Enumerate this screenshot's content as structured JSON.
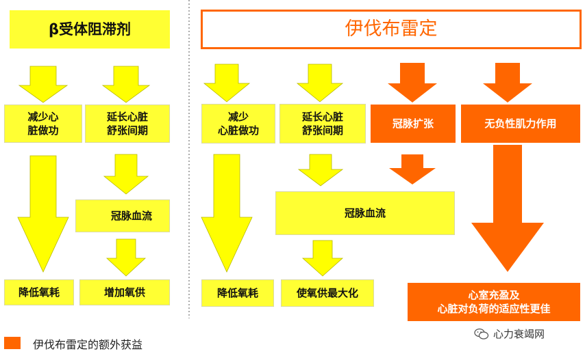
{
  "left_panel": {
    "title": "β受体阻滞剂",
    "box_reduce_work": "减少心\n脏做功",
    "box_prolong_diastole": "延长心脏\n舒张间期",
    "box_coronary_flow": "冠脉血流",
    "box_reduce_o2": "降低氧耗",
    "box_increase_supply": "增加氧供"
  },
  "right_panel": {
    "title": "伊伐布雷定",
    "box_reduce_work": "减少\n心脏做功",
    "box_prolong_diastole": "延长心脏\n舒张间期",
    "box_coronary_dilation": "冠脉扩张",
    "box_no_negative_inotropy": "无负性肌力作用",
    "box_coronary_flow": "冠脉血流",
    "box_reduce_o2": "降低氧耗",
    "box_maximize_supply": "使氧供最大化",
    "box_ventricular_filling": "心室充盈及\n心脏对负荷的适应性更佳"
  },
  "legend": {
    "label": "伊伐布雷定的额外获益"
  },
  "watermark": {
    "text": "心力衰竭网",
    "icon": "wechat-icon"
  },
  "colors": {
    "yellow": "#ffff33",
    "orange": "#ff6600",
    "navy_arrow": "#141a66"
  }
}
